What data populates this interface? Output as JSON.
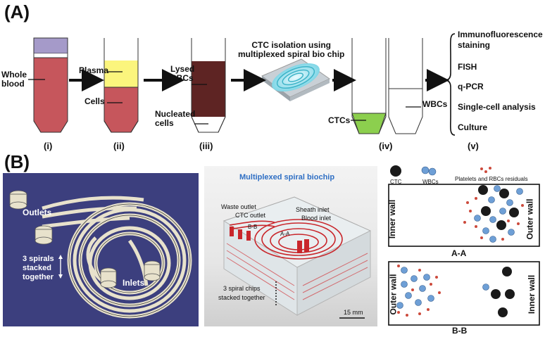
{
  "panel_a": {
    "letter": "(A)",
    "steps": [
      "(i)",
      "(ii)",
      "(iii)",
      "(iv)",
      "(v)"
    ],
    "tube1_label": "Whole\nblood",
    "tube2_plasma": "Plasma",
    "tube2_cells": "Cells",
    "tube3_lysed": "Lysed\nRBCs",
    "tube3_nucleated": "Nucleated\ncells",
    "chip_caption": "CTC isolation using\nmultiplexed spiral bio chip",
    "tube4_ctcs": "CTCs",
    "tube5_wbcs": "WBCs",
    "analyses": [
      "Immunofluorescence\nstaining",
      "FISH",
      "q-PCR",
      "Single-cell analysis",
      "Culture"
    ]
  },
  "panel_b": {
    "letter": "(B)",
    "cad": {
      "outlets": "Outlets",
      "spirals": "3 spirals\nstacked\ntogether",
      "inlets": "Inlets"
    },
    "photo": {
      "title": "Multiplexed spiral biochip",
      "waste_outlet": "Waste outlet",
      "ctc_outlet": "CTC outlet",
      "sheath_inlet": "Sheath inlet",
      "blood_inlet": "Blood inlet",
      "aa_mark": "A-A",
      "bb_mark": "B-B",
      "stacked": "3 spiral chips\nstacked together",
      "scale": "15 mm"
    },
    "legend": {
      "ctc": "CTC",
      "wbcs": "WBCs",
      "platelets": "Platelets and RBCs residuals"
    },
    "section_aa": {
      "inner": "Inner wall",
      "outer": "Outer wall",
      "caption": "A-A"
    },
    "section_bb": {
      "outer": "Outer wall",
      "inner": "Inner wall",
      "caption": "B-B"
    }
  }
}
